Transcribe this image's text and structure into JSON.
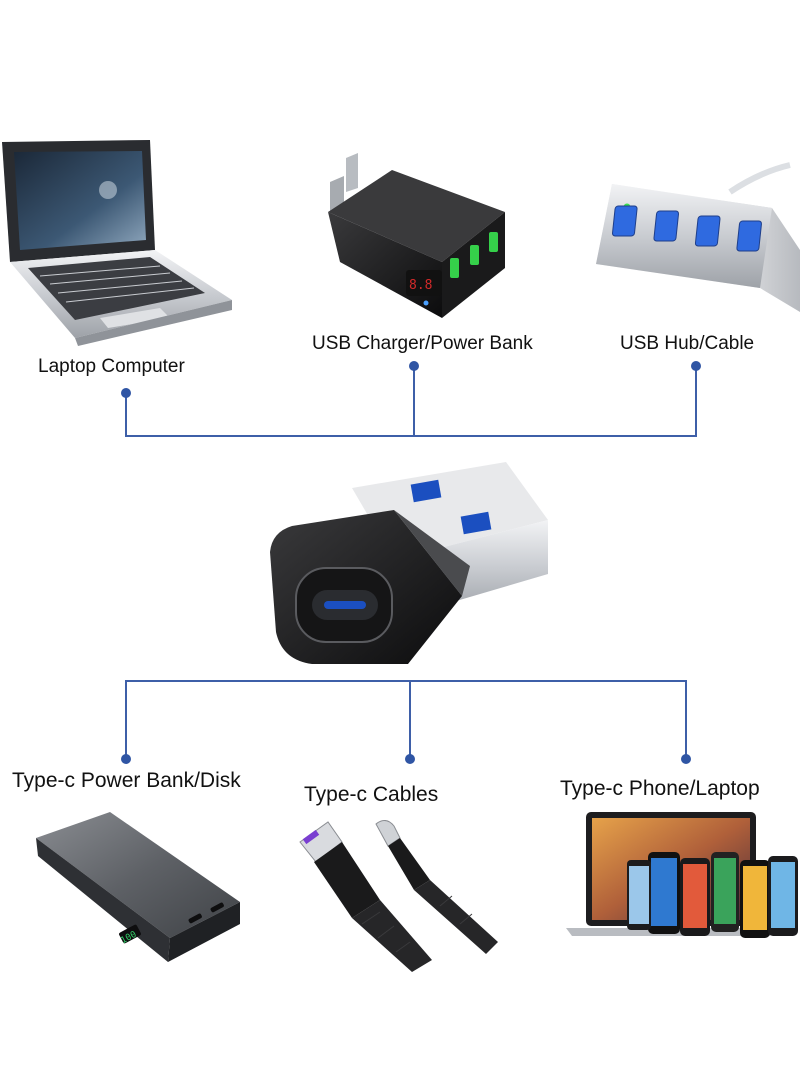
{
  "top_devices": [
    {
      "label": "Laptop Computer",
      "icon": "laptop-icon"
    },
    {
      "label": "USB Charger/Power Bank",
      "icon": "wall-charger-icon"
    },
    {
      "label": "USB Hub/Cable",
      "icon": "usb-hub-icon"
    }
  ],
  "center_device": {
    "icon": "usb-a-to-type-c-adapter-icon"
  },
  "bottom_devices": [
    {
      "label": "Type-c Power Bank/Disk",
      "icon": "power-bank-icon",
      "display": "100"
    },
    {
      "label": "Type-c Cables",
      "icon": "type-c-cable-icon"
    },
    {
      "label": "Type-c Phone/Laptop",
      "icon": "phones-laptop-icon"
    }
  ],
  "colors": {
    "connector_line": "#3e5fa8",
    "connector_dot": "#2f55a4"
  }
}
